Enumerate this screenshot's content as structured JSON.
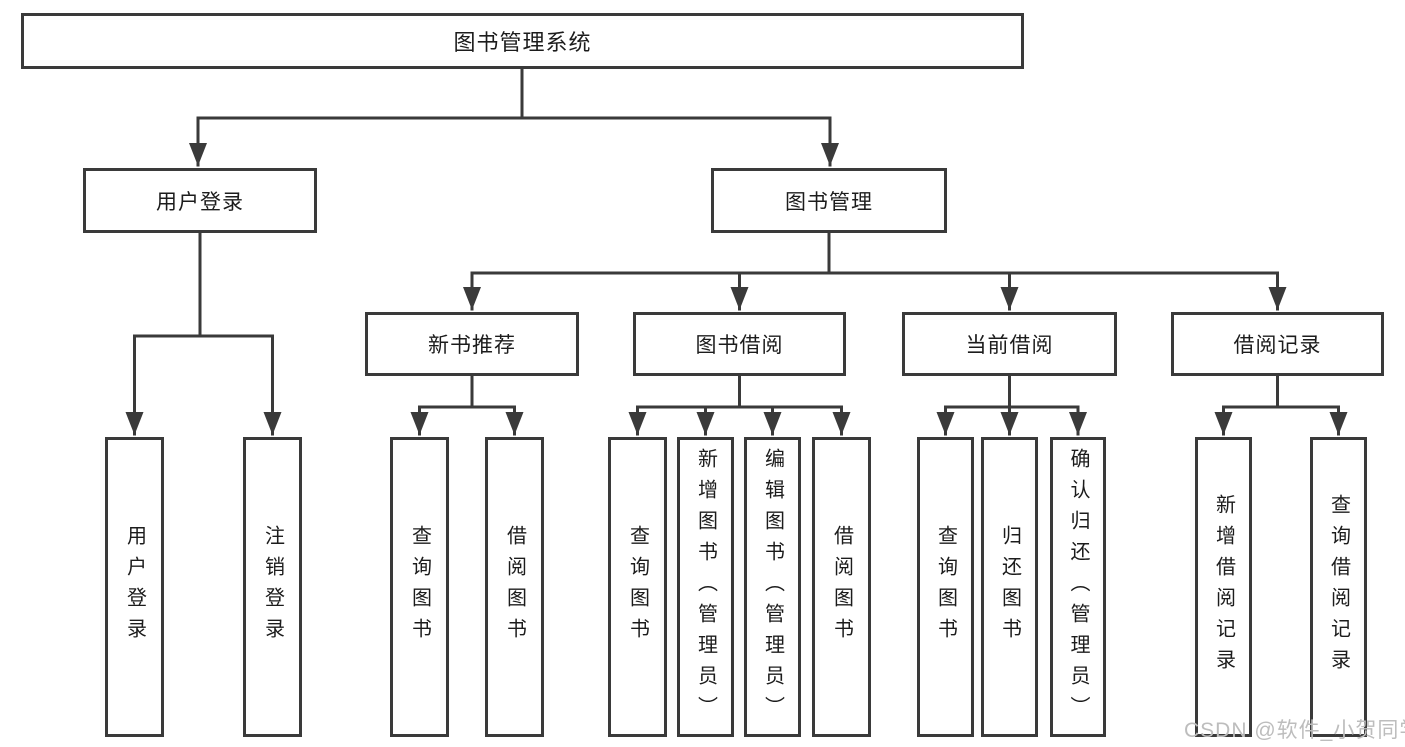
{
  "diagram": {
    "title": "图书管理系统",
    "nodes": {
      "root": "图书管理系统",
      "level2": [
        "用户登录",
        "图书管理"
      ],
      "level3": [
        "新书推荐",
        "图书借阅",
        "当前借阅",
        "借阅记录"
      ],
      "leaves": [
        "用户登录",
        "注销登录",
        "查询图书",
        "借阅图书",
        "查询图书",
        "新增图书（管理员）",
        "编辑图书（管理员）",
        "借阅图书",
        "查询图书",
        "归还图书",
        "确认归还（管理员）",
        "新增借阅记录",
        "查询借阅记录"
      ]
    },
    "colors": {
      "line": "#3a3a3a",
      "box_border": "#3a3a3a",
      "box_fill": "#ffffff",
      "text": "#1c1c1c",
      "background": "#ffffff",
      "watermark": "#bdbdbd"
    }
  },
  "watermark": {
    "text": "CSDN @软件_小贺同学"
  }
}
